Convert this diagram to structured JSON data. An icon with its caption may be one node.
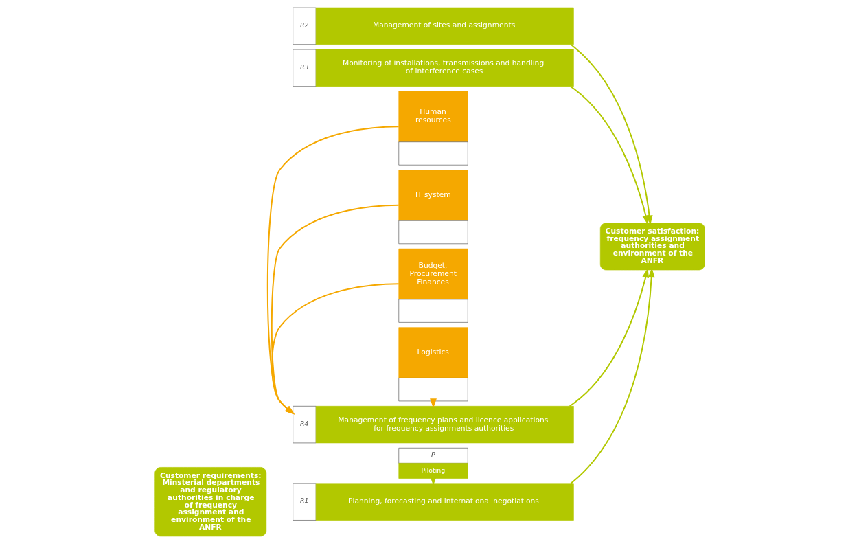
{
  "diagram": {
    "nodes": [
      {
        "text": [
          "Customer requirements: Minsterial departments and regulatory authorities in charge of frequency assignment and environment of the ANFR"
        ]
      },
      {
        "text": [
          "P",
          "Piloting"
        ]
      },
      {
        "text": [
          "R1",
          "Planning, forecasting and international negotiations"
        ]
      },
      {
        "text": [
          "R2",
          "Management of sites and assignments"
        ]
      },
      {
        "text": [
          "R3",
          "Monitoring of installations, transmissions and handling of interference cases"
        ]
      },
      {
        "text": [
          "R4",
          "Management of frequency plans and licence applications for frequency assignments authorities"
        ]
      },
      {
        "text": [
          "Customer satisfaction: frequency assignment authorities and environment of the ANFR"
        ]
      },
      {
        "text": [
          "Human resources"
        ]
      },
      {
        "text": [
          "IT system"
        ]
      },
      {
        "text": [
          "Budget, Procurement Finances"
        ]
      },
      {
        "text": [
          "Logistics"
        ]
      }
    ],
    "edges": [
      {
        "from": 1,
        "to": 2,
        "arrow": "to"
      },
      {
        "from": 2,
        "to": 6,
        "arrow": "to"
      },
      {
        "from": 3,
        "to": 6,
        "arrow": "to"
      },
      {
        "from": 4,
        "to": 6,
        "arrow": "to"
      },
      {
        "from": 5,
        "to": 6,
        "arrow": "to"
      },
      {
        "from": 7,
        "to": 5,
        "arrow": "to"
      },
      {
        "from": 8,
        "to": 5,
        "arrow": "to"
      },
      {
        "from": 9,
        "to": 5,
        "arrow": "to"
      },
      {
        "from": 10,
        "to": 5,
        "arrow": "to"
      }
    ]
  }
}
